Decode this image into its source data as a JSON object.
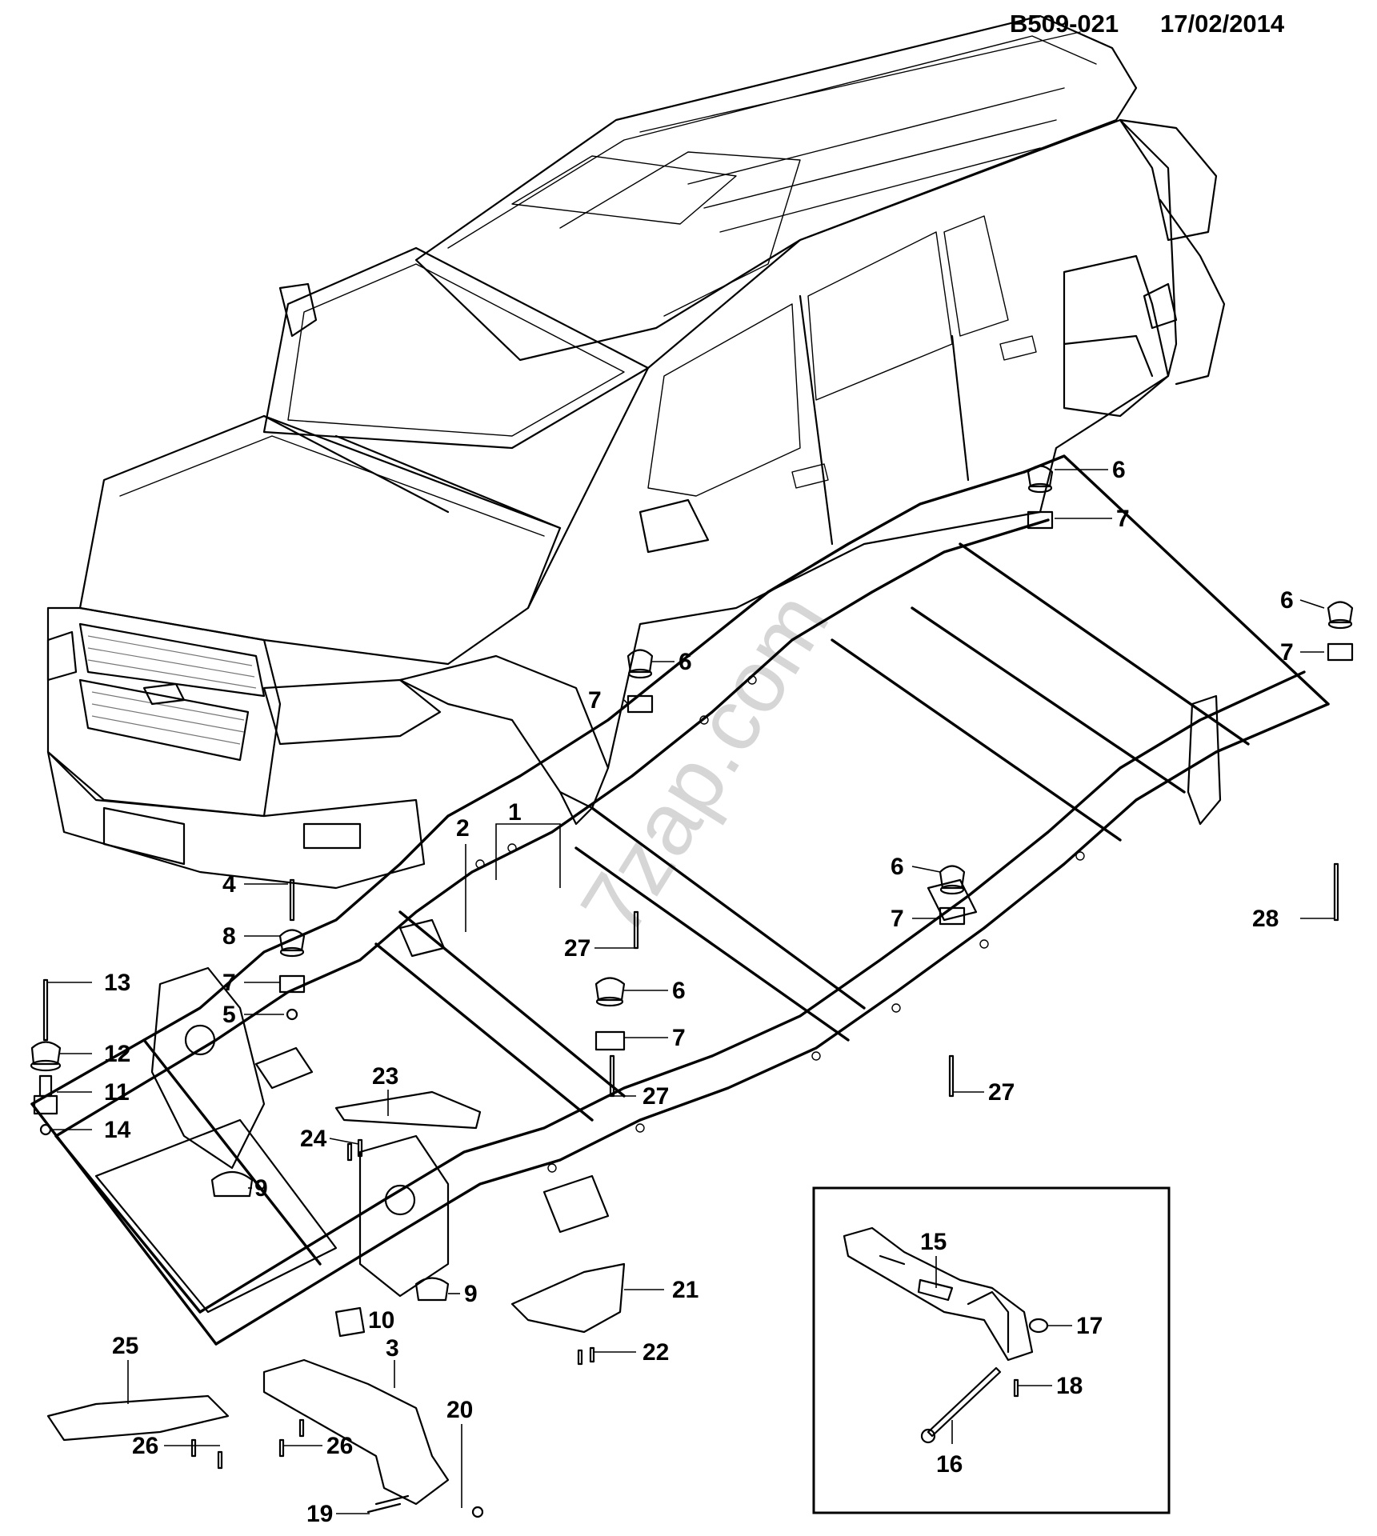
{
  "header": {
    "diagram_code": "B509-021",
    "date": "17/02/2014"
  },
  "watermark": "7zap.com",
  "callouts": [
    {
      "id": "c1",
      "label": "1"
    },
    {
      "id": "c2",
      "label": "2"
    },
    {
      "id": "c3",
      "label": "3"
    },
    {
      "id": "c4",
      "label": "4"
    },
    {
      "id": "c5",
      "label": "5"
    },
    {
      "id": "c6a",
      "label": "6"
    },
    {
      "id": "c6b",
      "label": "6"
    },
    {
      "id": "c6c",
      "label": "6"
    },
    {
      "id": "c6d",
      "label": "6"
    },
    {
      "id": "c6e",
      "label": "6"
    },
    {
      "id": "c7a",
      "label": "7"
    },
    {
      "id": "c7b",
      "label": "7"
    },
    {
      "id": "c7c",
      "label": "7"
    },
    {
      "id": "c7d",
      "label": "7"
    },
    {
      "id": "c7e",
      "label": "7"
    },
    {
      "id": "c7f",
      "label": "7"
    },
    {
      "id": "c8",
      "label": "8"
    },
    {
      "id": "c9a",
      "label": "9"
    },
    {
      "id": "c9b",
      "label": "9"
    },
    {
      "id": "c10",
      "label": "10"
    },
    {
      "id": "c11",
      "label": "11"
    },
    {
      "id": "c12",
      "label": "12"
    },
    {
      "id": "c13",
      "label": "13"
    },
    {
      "id": "c14",
      "label": "14"
    },
    {
      "id": "c15",
      "label": "15"
    },
    {
      "id": "c16",
      "label": "16"
    },
    {
      "id": "c17",
      "label": "17"
    },
    {
      "id": "c18",
      "label": "18"
    },
    {
      "id": "c19",
      "label": "19"
    },
    {
      "id": "c20",
      "label": "20"
    },
    {
      "id": "c21",
      "label": "21"
    },
    {
      "id": "c22",
      "label": "22"
    },
    {
      "id": "c23",
      "label": "23"
    },
    {
      "id": "c24",
      "label": "24"
    },
    {
      "id": "c25",
      "label": "25"
    },
    {
      "id": "c26a",
      "label": "26"
    },
    {
      "id": "c26b",
      "label": "26"
    },
    {
      "id": "c27a",
      "label": "27"
    },
    {
      "id": "c27b",
      "label": "27"
    },
    {
      "id": "c27c",
      "label": "27"
    },
    {
      "id": "c28",
      "label": "28"
    }
  ]
}
